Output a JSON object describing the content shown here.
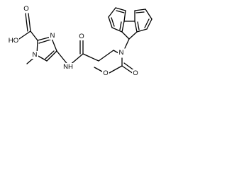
{
  "structure": {
    "labels": {
      "acid_oh": "HO",
      "acid_o": "O",
      "ring_n_top": "N",
      "ring_n_methyl": "N",
      "methyl": "",
      "amide_nh": "NH",
      "amide_o": "O",
      "amine_n": "N",
      "carbamate_o_carbonyl": "O",
      "carbamate_o_ester": "O"
    }
  }
}
